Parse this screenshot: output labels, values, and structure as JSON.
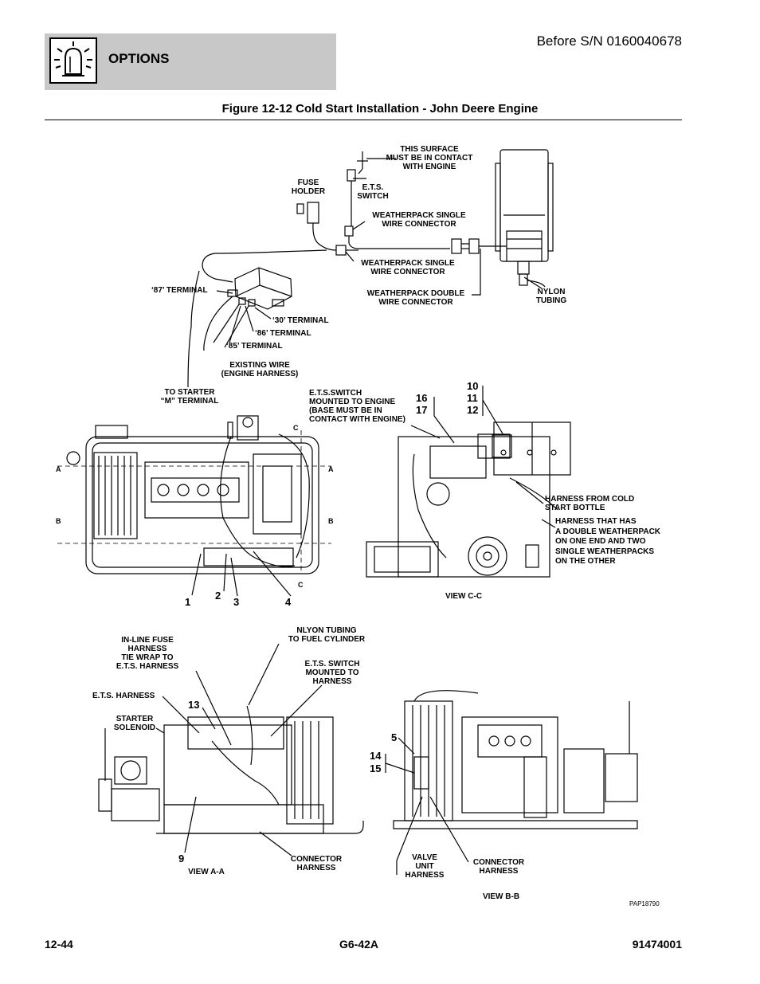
{
  "header": {
    "section": "OPTIONS",
    "serial_note": "Before S/N 0160040678",
    "icon": "beacon-light-icon"
  },
  "figure": {
    "title": "Figure 12-12 Cold Start Installation - John Deere Engine",
    "code": "PAP18790"
  },
  "top_diagram": {
    "this_surface": [
      "THIS SURFACE",
      "MUST BE IN CONTACT",
      "WITH ENGINE"
    ],
    "fuse_holder": [
      "FUSE",
      "HOLDER"
    ],
    "ets_switch": [
      "E.T.S.",
      "SWITCH"
    ],
    "weatherpack_single_1": [
      "WEATHERPACK SINGLE",
      "WIRE CONNECTOR"
    ],
    "weatherpack_single_2": [
      "WEATHERPACK SINGLE",
      "WIRE CONNECTOR"
    ],
    "weatherpack_double": [
      "WEATHERPACK DOUBLE",
      "WIRE CONNECTOR"
    ],
    "nylon_tubing": [
      "NYLON",
      "TUBING"
    ],
    "terminal_87": "‘87’ TERMINAL",
    "terminal_30": "‘30’ TERMINAL",
    "terminal_86": "‘86’ TERMINAL",
    "terminal_85": "‘85’ TERMINAL",
    "existing_wire": [
      "EXISTING WIRE",
      "(ENGINE HARNESS)"
    ],
    "to_starter": [
      "TO STARTER",
      "“M” TERMINAL"
    ]
  },
  "middle_left": {
    "section_a": "A",
    "section_b": "B",
    "section_c": "C",
    "callouts": [
      "1",
      "2",
      "3",
      "4"
    ]
  },
  "view_cc": {
    "caption": "VIEW C-C",
    "ets_mounted": [
      "E.T.S.SWITCH",
      "MOUNTED TO ENGINE",
      "(BASE MUST BE IN",
      "CONTACT WITH ENGINE)"
    ],
    "callouts_left": [
      "16",
      "17"
    ],
    "callouts_top": [
      "10",
      "11",
      "12"
    ],
    "harness_from_bottle": [
      "HARNESS FROM COLD",
      "START BOTTLE"
    ],
    "harness_double": [
      "HARNESS THAT HAS",
      "A DOUBLE WEATHERPACK",
      "ON ONE END AND TWO",
      "SINGLE WEATHERPACKS",
      "ON THE OTHER"
    ]
  },
  "view_aa": {
    "caption": "VIEW A-A",
    "inline_fuse": [
      "IN-LINE FUSE",
      "HARNESS",
      "TIE WRAP TO",
      "E.T.S. HARNESS"
    ],
    "nlyon_tubing": [
      "NLYON TUBING",
      "TO FUEL CYLINDER"
    ],
    "ets_switch_mounted": [
      "E.T.S. SWITCH",
      "MOUNTED TO",
      "HARNESS"
    ],
    "ets_harness": "E.T.S. HARNESS",
    "starter_solenoid": [
      "STARTER",
      "SOLENOID"
    ],
    "callout_13": "13",
    "callout_9": "9",
    "connector_harness": [
      "CONNECTOR",
      "HARNESS"
    ]
  },
  "view_bb": {
    "caption": "VIEW B-B",
    "callout_5": "5",
    "callout_14": "14",
    "callout_15": "15",
    "valve_unit": [
      "VALVE",
      "UNIT",
      "HARNESS"
    ],
    "connector_harness": [
      "CONNECTOR",
      "HARNESS"
    ]
  },
  "footer": {
    "page": "12-44",
    "model": "G6-42A",
    "doc_number": "91474001"
  }
}
